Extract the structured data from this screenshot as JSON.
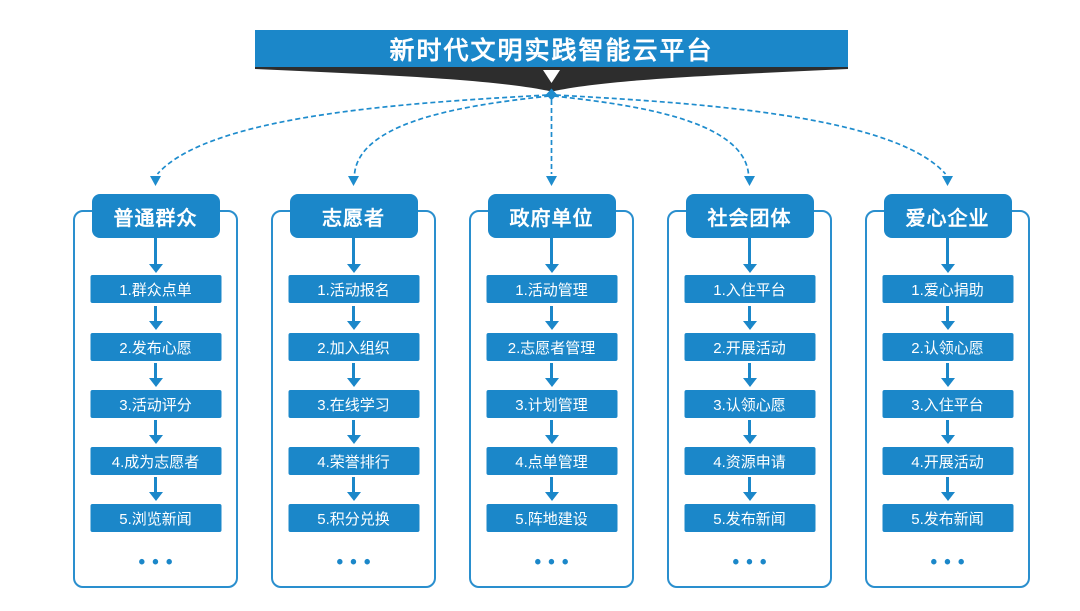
{
  "title": "新时代文明实践智能云平台",
  "more_indicator": "•••",
  "colors": {
    "primary_blue": "#1b87c9",
    "panel_border_blue": "#2a8fce",
    "dashed_line_blue": "#1e8ccd",
    "funnel_dark": "#2d2d2d",
    "background": "#ffffff",
    "text_on_blue": "#ffffff"
  },
  "columns": [
    {
      "header": "普通群众",
      "items": [
        "1.群众点单",
        "2.发布心愿",
        "3.活动评分",
        "4.成为志愿者",
        "5.浏览新闻"
      ]
    },
    {
      "header": "志愿者",
      "items": [
        "1.活动报名",
        "2.加入组织",
        "3.在线学习",
        "4.荣誉排行",
        "5.积分兑换"
      ]
    },
    {
      "header": "政府单位",
      "items": [
        "1.活动管理",
        "2.志愿者管理",
        "3.计划管理",
        "4.点单管理",
        "5.阵地建设"
      ]
    },
    {
      "header": "社会团体",
      "items": [
        "1.入住平台",
        "2.开展活动",
        "3.认领心愿",
        "4.资源申请",
        "5.发布新闻"
      ]
    },
    {
      "header": "爱心企业",
      "items": [
        "1.爱心捐助",
        "2.认领心愿",
        "3.入住平台",
        "4.开展活动",
        "5.发布新闻"
      ]
    }
  ]
}
